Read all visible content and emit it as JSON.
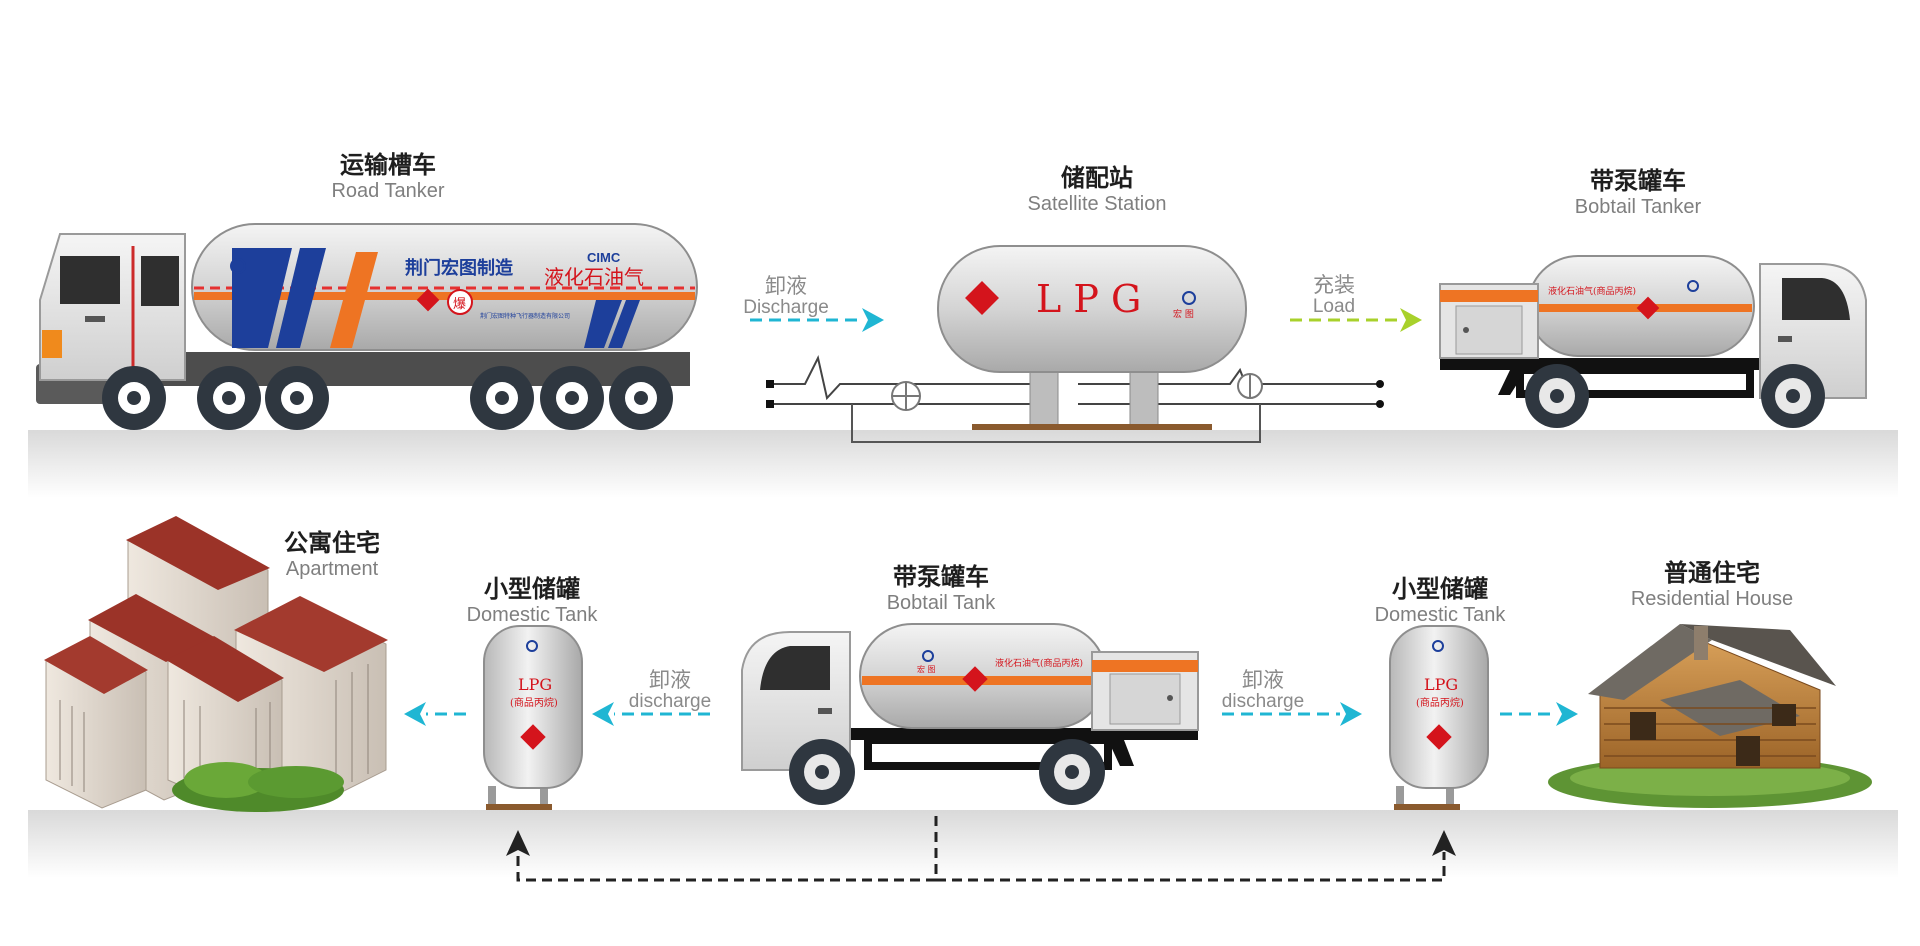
{
  "top_row": {
    "road_tanker": {
      "cn": "运输槽车",
      "en": "Road Tanker"
    },
    "satellite_station": {
      "cn": "储配站",
      "en": "Satellite Station"
    },
    "bobtail_tanker": {
      "cn": "带泵罐车",
      "en": "Bobtail Tanker"
    }
  },
  "bottom_row": {
    "apartment": {
      "cn": "公寓住宅",
      "en": "Apartment"
    },
    "domestic_tank_left": {
      "cn": "小型储罐",
      "en": "Domestic Tank"
    },
    "bobtail_tank": {
      "cn": "带泵罐车",
      "en": "Bobtail Tank"
    },
    "domestic_tank_right": {
      "cn": "小型储罐",
      "en": "Domestic Tank"
    },
    "residential_house": {
      "cn": "普通住宅",
      "en": "Residential House"
    }
  },
  "flows": {
    "discharge_top": {
      "cn": "卸液",
      "en": "Discharge"
    },
    "load": {
      "cn": "充装",
      "en": "Load"
    },
    "discharge_left": {
      "cn": "卸液",
      "en": "discharge"
    },
    "discharge_right": {
      "cn": "卸液",
      "en": "discharge"
    }
  },
  "vehicle_text": {
    "road_tanker_maker": "荆门宏图制造",
    "road_tanker_cargo": "液化石油气",
    "road_tanker_brand": "CIMC",
    "road_tanker_company": "荆门宏图特种飞行器制造有限公司",
    "road_tanker_explosive": "爆",
    "station_tank": "L P G",
    "station_mark": "宏 图",
    "bobtail_cargo": "液化石油气(商品丙烷)",
    "domestic_tank_lpg": "LPG",
    "domestic_tank_sub": "(商品丙烷)",
    "small_mark": "宏 图"
  },
  "colors": {
    "arrow_blue": "#1fb6d3",
    "arrow_green": "#a8d12b",
    "hazard_red": "#d4141c",
    "stripe_orange": "#ee7423",
    "ground_grey": "#e6e6e6",
    "tank_blue": "#1d3f9b"
  }
}
